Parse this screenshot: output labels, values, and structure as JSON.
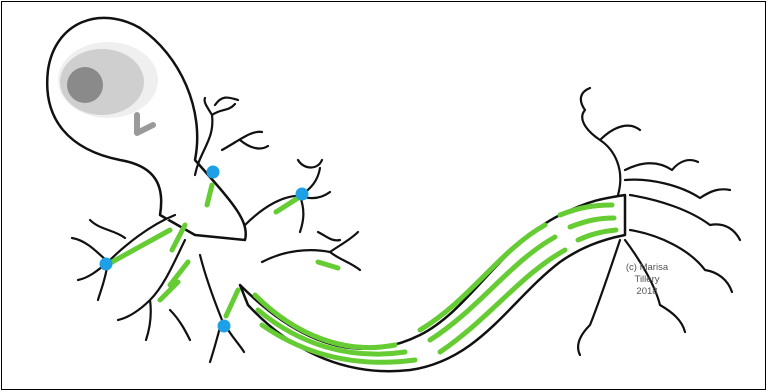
{
  "credit": {
    "line1": "(c) Marisa",
    "line2": "Tillery",
    "line3": "2018"
  },
  "colors": {
    "outline": "#111111",
    "fill": "#ffffff",
    "soma_gray": "#efefef",
    "nucleus_light": "#cccccc",
    "nucleolus": "#888888",
    "organelle": "#999999",
    "myelin": "#66cc33",
    "synapse": "#1ea0e6"
  }
}
